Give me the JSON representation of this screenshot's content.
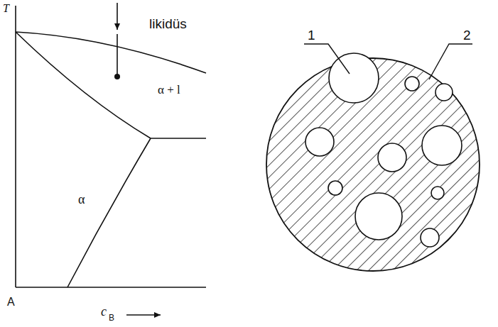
{
  "diagram": {
    "labels": [
      "T",
      "likidüs",
      "α + l",
      "α",
      "A",
      "c",
      "B",
      "1",
      "2"
    ]
  }
}
